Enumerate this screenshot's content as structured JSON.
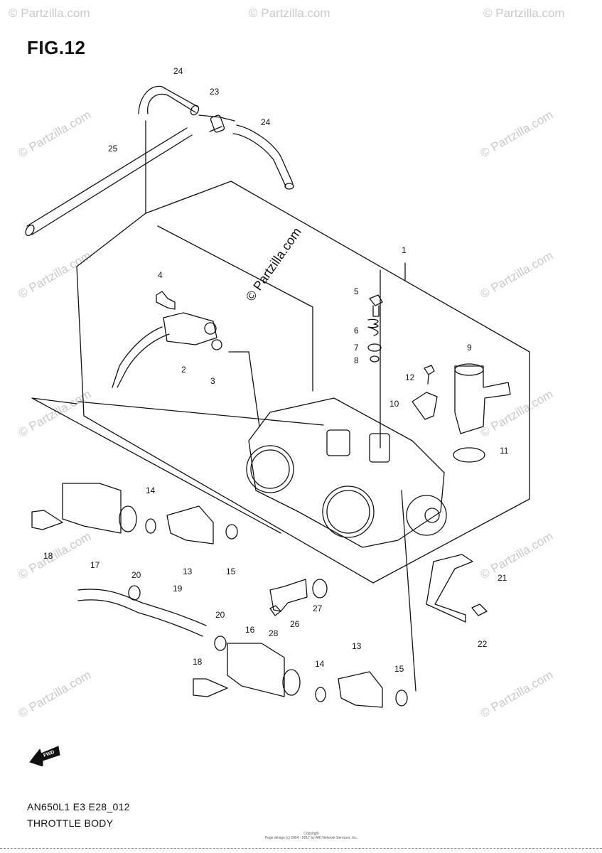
{
  "figure": {
    "label": "FIG.12",
    "model_code": "AN650L1 E3 E28_012",
    "title": "THROTTLE BODY",
    "copyright_line1": "Copyright",
    "copyright_line2": "Page design (c) 2004 - 2017 by ARI Network Services, Inc.",
    "fwd_label": "FWD"
  },
  "watermark": {
    "text": "© Partzilla.com",
    "center_text": "© Partzilla.com"
  },
  "callouts": [
    "1",
    "2",
    "3",
    "4",
    "5",
    "6",
    "7",
    "8",
    "9",
    "10",
    "11",
    "12",
    "13",
    "13",
    "14",
    "14",
    "15",
    "15",
    "16",
    "17",
    "18",
    "18",
    "19",
    "20",
    "20",
    "21",
    "22",
    "23",
    "24",
    "24",
    "25",
    "26",
    "27",
    "28"
  ],
  "colors": {
    "line": "#111111",
    "watermark": "#c9c9c9"
  }
}
